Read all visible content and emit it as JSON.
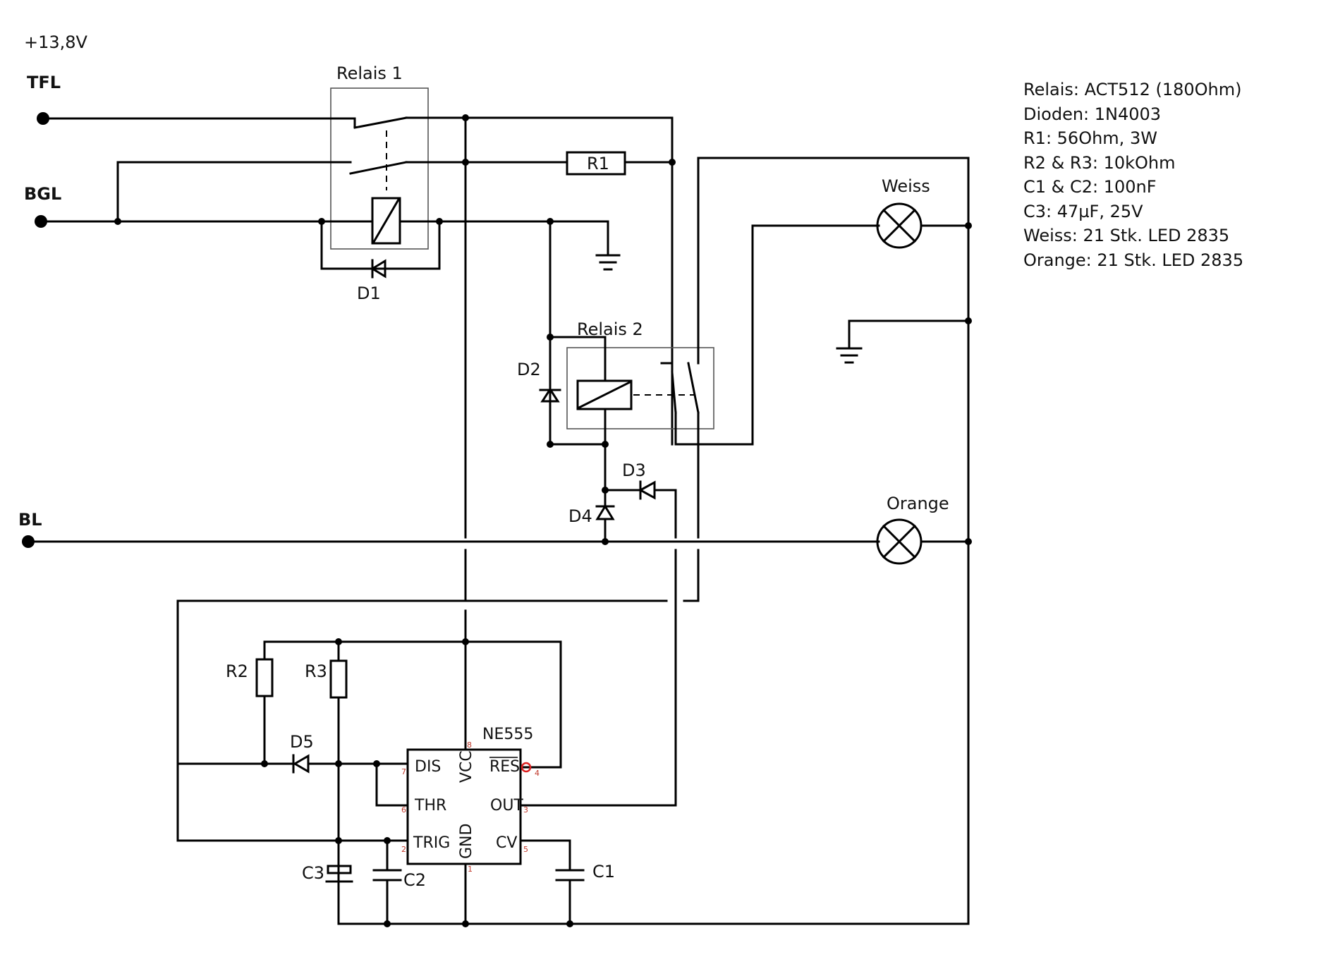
{
  "supply_label": "+13,8V",
  "terminals": {
    "tfl": "TFL",
    "bgl": "BGL",
    "bl": "BL"
  },
  "components": {
    "relay1": "Relais 1",
    "relay2": "Relais 2",
    "r1": "R1",
    "r2": "R2",
    "r3": "R3",
    "d1": "D1",
    "d2": "D2",
    "d3": "D3",
    "d4": "D4",
    "d5": "D5",
    "c1": "C1",
    "c2": "C2",
    "c3": "C3",
    "lamp_white": "Weiss",
    "lamp_orange": "Orange"
  },
  "ic": {
    "name": "NE555",
    "pins": {
      "dis": "DIS",
      "thr": "THR",
      "trig": "TRIG",
      "vcc": "VCC",
      "gnd": "GND",
      "res": "RES",
      "out": "OUT",
      "cv": "CV"
    },
    "pin_numbers": {
      "dis": "7",
      "thr": "6",
      "trig": "2",
      "vcc": "8",
      "gnd": "1",
      "res": "4",
      "out": "3",
      "cv": "5"
    }
  },
  "legend": [
    "Relais: ACT512 (180Ohm)",
    "Dioden: 1N4003",
    "R1: 56Ohm, 3W",
    "R2 & R3: 10kOhm",
    "C1 & C2: 100nF",
    "C3: 47µF, 25V",
    "Weiss: 21 Stk. LED 2835",
    "Orange: 21 Stk. LED 2835"
  ]
}
